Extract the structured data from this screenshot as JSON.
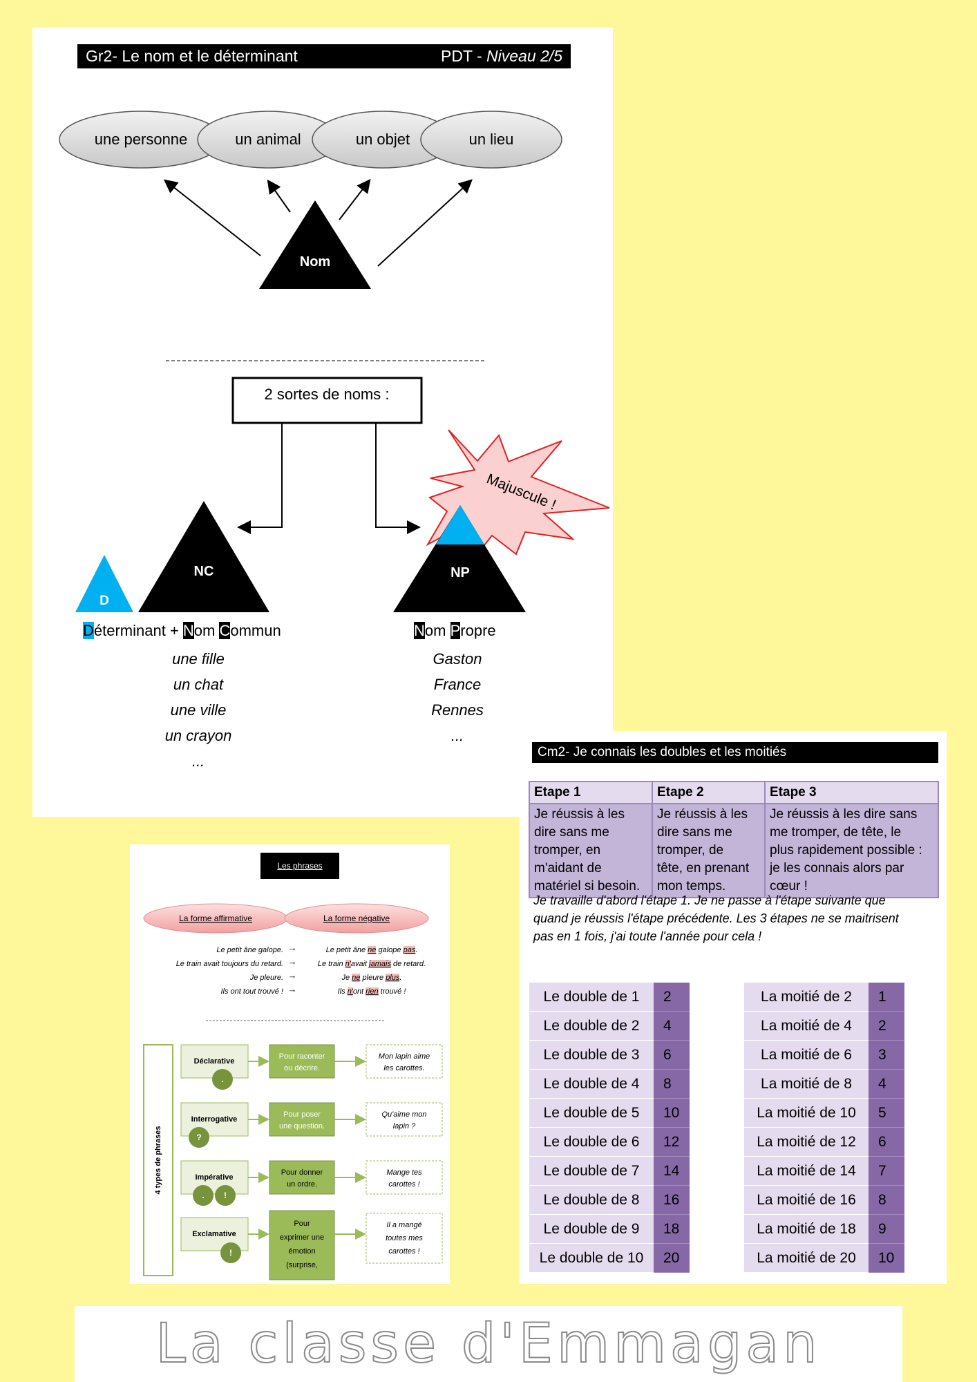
{
  "nom": {
    "header_left": "Gr2- Le nom et le déterminant",
    "header_right_prefix": "PDT - ",
    "header_right_italic": "Niveau 2/5",
    "ellipses": [
      "une personne",
      "un animal",
      "un objet",
      "un lieu"
    ],
    "triangle_label": "Nom",
    "box_label": "2 sortes de noms :",
    "star_label": "Majuscule !",
    "d_label": "D",
    "nc_label": "NC",
    "np_label": "NP",
    "nc_caption": {
      "p1": "D",
      "p2": "éterminant + ",
      "p3": "N",
      "p4": "om ",
      "p5": "C",
      "p6": "ommun"
    },
    "np_caption": {
      "p1": "N",
      "p2": "om ",
      "p3": "P",
      "p4": "ropre"
    },
    "nc_examples": [
      "une fille",
      "un chat",
      "une ville",
      "un crayon",
      "..."
    ],
    "np_examples": [
      "Gaston",
      "France",
      "Rennes",
      "..."
    ]
  },
  "phrases": {
    "title": "Les phrases",
    "form_aff": "La forme affirmative",
    "form_neg": "La forme négative",
    "aff_sentences": [
      "Le petit âne galope.",
      "Le train avait toujours du retard.",
      "Je pleure.",
      "Ils ont tout trouvé !"
    ],
    "arrow": "→",
    "neg_sentences": [
      {
        "a": "Le petit âne ",
        "b": "ne",
        "c": " galope ",
        "d": "pas",
        "e": "."
      },
      {
        "a": "Le train ",
        "b": "n'",
        "c": "avait ",
        "d": "jamais",
        "e": " de retard."
      },
      {
        "a": "Je ",
        "b": "ne",
        "c": " pleure ",
        "d": "plus",
        "e": "."
      },
      {
        "a": "Ils ",
        "b": "n'",
        "c": "ont ",
        "d": "rien",
        "e": " trouvé !"
      }
    ],
    "side_label": "4 types de phrases",
    "types": [
      {
        "name": "Déclarative",
        "marks": [
          "."
        ],
        "purpose": [
          "Pour raconter",
          "ou décrire."
        ],
        "example": [
          "Mon lapin aime",
          "les carottes."
        ]
      },
      {
        "name": "Interrogative",
        "marks": [
          "?"
        ],
        "purpose": [
          "Pour poser",
          "une question."
        ],
        "example": [
          "Qu'aime mon",
          "lapin ?"
        ]
      },
      {
        "name": "Impérative",
        "marks": [
          ".",
          "!"
        ],
        "purpose": [
          "Pour donner",
          "un ordre."
        ],
        "example": [
          "Mange tes",
          "carottes !"
        ]
      },
      {
        "name": "Exclamative",
        "marks": [
          "!"
        ],
        "purpose": [
          "Pour",
          "exprimer une",
          "émotion",
          "(surprise,"
        ],
        "example": [
          "Il a mangé",
          "toutes mes",
          "carottes !"
        ]
      }
    ]
  },
  "cm2": {
    "header": "Cm2- Je connais les doubles et les moitiés",
    "steps_headers": [
      "Etape 1",
      "Etape 2",
      "Etape 3"
    ],
    "steps_lines": [
      [
        "Je réussis à les",
        "dire sans me",
        "tromper, en",
        "m'aidant de",
        "matériel si besoin."
      ],
      [
        "Je réussis à les",
        "dire sans me",
        "tromper, de",
        "tête, en prenant",
        "mon temps."
      ],
      [
        "Je réussis à les dire sans",
        "me tromper, de tête, le",
        "plus rapidement possible :",
        "je les connais alors par",
        "cœur !"
      ]
    ],
    "note_lines": [
      "Je travaille d'abord l'étape 1. Je ne passe à l'étape suivante que",
      "quand je réussis l'étape précédente. Les 3 étapes ne se maitrisent",
      "pas en 1 fois, j'ai toute l'année pour cela !"
    ],
    "doubles": [
      [
        "Le double de 1",
        "2"
      ],
      [
        "Le double de 2",
        "4"
      ],
      [
        "Le double de 3",
        "6"
      ],
      [
        "Le double de 4",
        "8"
      ],
      [
        "Le double de 5",
        "10"
      ],
      [
        "Le double de 6",
        "12"
      ],
      [
        "Le double de 7",
        "14"
      ],
      [
        "Le double de 8",
        "16"
      ],
      [
        "Le double de 9",
        "18"
      ],
      [
        "Le double de 10",
        "20"
      ]
    ],
    "halves": [
      [
        "La moitié de 2",
        "1"
      ],
      [
        "La moitié de 4",
        "2"
      ],
      [
        "La moitié de 6",
        "3"
      ],
      [
        "La moitié de 8",
        "4"
      ],
      [
        "La moitié de 10",
        "5"
      ],
      [
        "La moitié de 12",
        "6"
      ],
      [
        "La moitié de 14",
        "7"
      ],
      [
        "La moitié de 16",
        "8"
      ],
      [
        "La moitié de 18",
        "9"
      ],
      [
        "La moitié de 20",
        "10"
      ]
    ]
  },
  "footer": {
    "brand": "La classe d'Emmagan"
  },
  "colors": {
    "background": "#fef89a",
    "cyan": "#00b0f0",
    "purple": "#8768a6",
    "lavender": "#e4dcee",
    "green": "#9bbb59",
    "pink": "#f4b8b8"
  }
}
